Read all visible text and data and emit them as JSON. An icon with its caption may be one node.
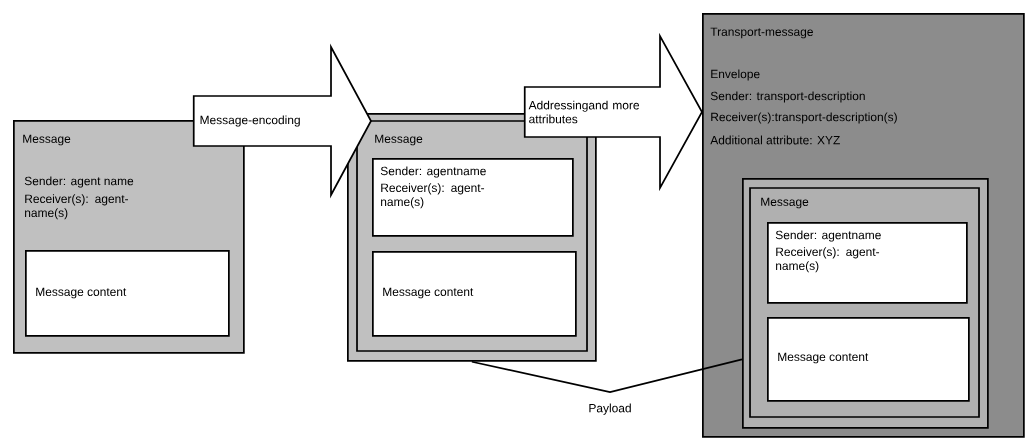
{
  "diagram": {
    "nodes": [
      {
        "text": [
          "Message",
          "Sender: agent name",
          "Receiver(s): agent-name(s)"
        ]
      },
      {
        "text": [
          "Message content"
        ],
        "in": 0
      },
      {
        "text": [
          "Message"
        ]
      },
      {
        "text": [
          "Sender: agentname",
          "Receiver(s): agent-name(s)"
        ],
        "in": 2
      },
      {
        "text": [
          "Message content"
        ],
        "in": 2
      },
      {
        "text": [
          "Transport-message",
          "Envelope",
          "Sender: transport-description",
          "Receiver(s):transport-description(s)",
          "Additional attribute: XYZ"
        ]
      },
      {
        "text": [
          "Message"
        ],
        "in": 5
      },
      {
        "text": [
          "Sender: agentname",
          "Receiver(s): agent-name(s)"
        ],
        "in": 6
      },
      {
        "text": [
          "Message content"
        ],
        "in": 6
      }
    ],
    "edges": [
      {
        "from": 0,
        "to": 2,
        "arrow": "to",
        "label": "Message-encoding"
      },
      {
        "from": 2,
        "to": 5,
        "arrow": "to",
        "label": "Addressingand more attributes"
      },
      {
        "from": 2,
        "to": 6,
        "arrow": "none",
        "label": "Payload"
      }
    ]
  }
}
